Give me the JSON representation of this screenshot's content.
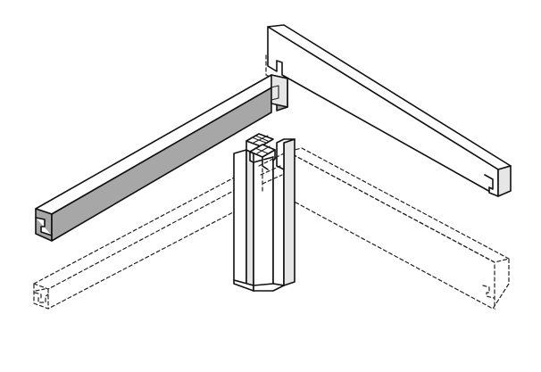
{
  "diagram": {
    "kind": "exploded joinery line drawing",
    "parts": [
      "post",
      "rail-front-left",
      "rail-back-right",
      "rail-front-left-ghost",
      "rail-front-right-ghost"
    ],
    "colors": {
      "ink": "#111111",
      "board_face": "#a7a7a7",
      "board_top": "#ffffff",
      "board_shadow": "#b7b7b7",
      "post_face": "#e6e6e6"
    }
  }
}
